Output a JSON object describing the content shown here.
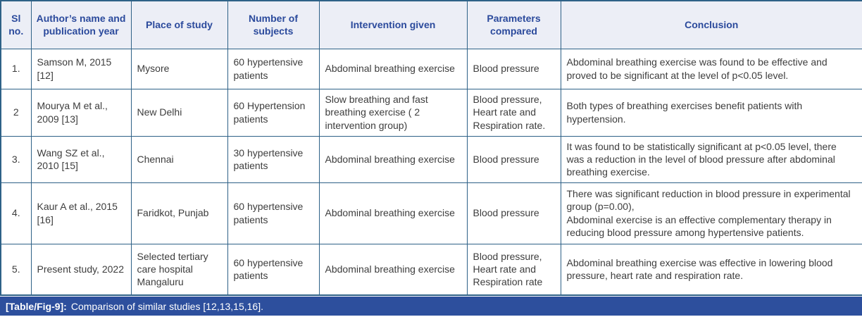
{
  "table": {
    "headers": [
      "Sl no.",
      "Author’s name and publication year",
      "Place of study",
      "Number of subjects",
      "Intervention given",
      "Parameters compared",
      "Conclusion"
    ],
    "rows": [
      {
        "sl": "1.",
        "author": "Samson M, 2015 [12]",
        "place": "Mysore",
        "subjects": "60 hypertensive patients",
        "intervention": "Abdominal breathing exercise",
        "parameters": "Blood pressure",
        "conclusion": "Abdominal breathing exercise was found to be effective and proved to be significant at the level of p<0.05 level."
      },
      {
        "sl": "2",
        "author": "Mourya M et al., 2009 [13]",
        "place": "New Delhi",
        "subjects": "60 Hypertension patients",
        "intervention": "Slow breathing and fast breathing exercise ( 2 intervention group)",
        "parameters": "Blood pressure, Heart rate and Respiration rate.",
        "conclusion": "Both types of breathing exercises benefit patients with hypertension."
      },
      {
        "sl": "3.",
        "author": "Wang SZ et al., 2010 [15]",
        "place": "Chennai",
        "subjects": "30 hypertensive patients",
        "intervention": "Abdominal breathing exercise",
        "parameters": "Blood pressure",
        "conclusion": "It was found to be statistically significant at p<0.05 level, there was a reduction in the level of blood pressure after abdominal breathing exercise."
      },
      {
        "sl": "4.",
        "author": "Kaur A et al., 2015 [16]",
        "place": "Faridkot, Punjab",
        "subjects": "60 hypertensive patients",
        "intervention": "Abdominal breathing exercise",
        "parameters": "Blood pressure",
        "conclusion": "There was significant reduction in blood pressure in experimental group (p=0.00),\nAbdominal exercise is an effective complementary therapy in reducing blood pressure among hypertensive patients."
      },
      {
        "sl": "5.",
        "author": "Present study, 2022",
        "place": "Selected tertiary care hospital Mangaluru",
        "subjects": "60 hypertensive patients",
        "intervention": "Abdominal breathing exercise",
        "parameters": "Blood pressure, Heart rate and Respiration rate",
        "conclusion": "Abdominal breathing exercise was effective in lowering blood pressure, heart rate and respiration rate."
      }
    ]
  },
  "caption": {
    "label": "[Table/Fig-9]:",
    "text": "Comparison of similar studies [12,13,15,16]."
  },
  "colors": {
    "border": "#2e6187",
    "header_bg": "#eceef6",
    "header_text": "#2b4a9c",
    "body_text": "#3d3d3d",
    "caption_bg": "#2d4f9d",
    "caption_text": "#ffffff"
  }
}
